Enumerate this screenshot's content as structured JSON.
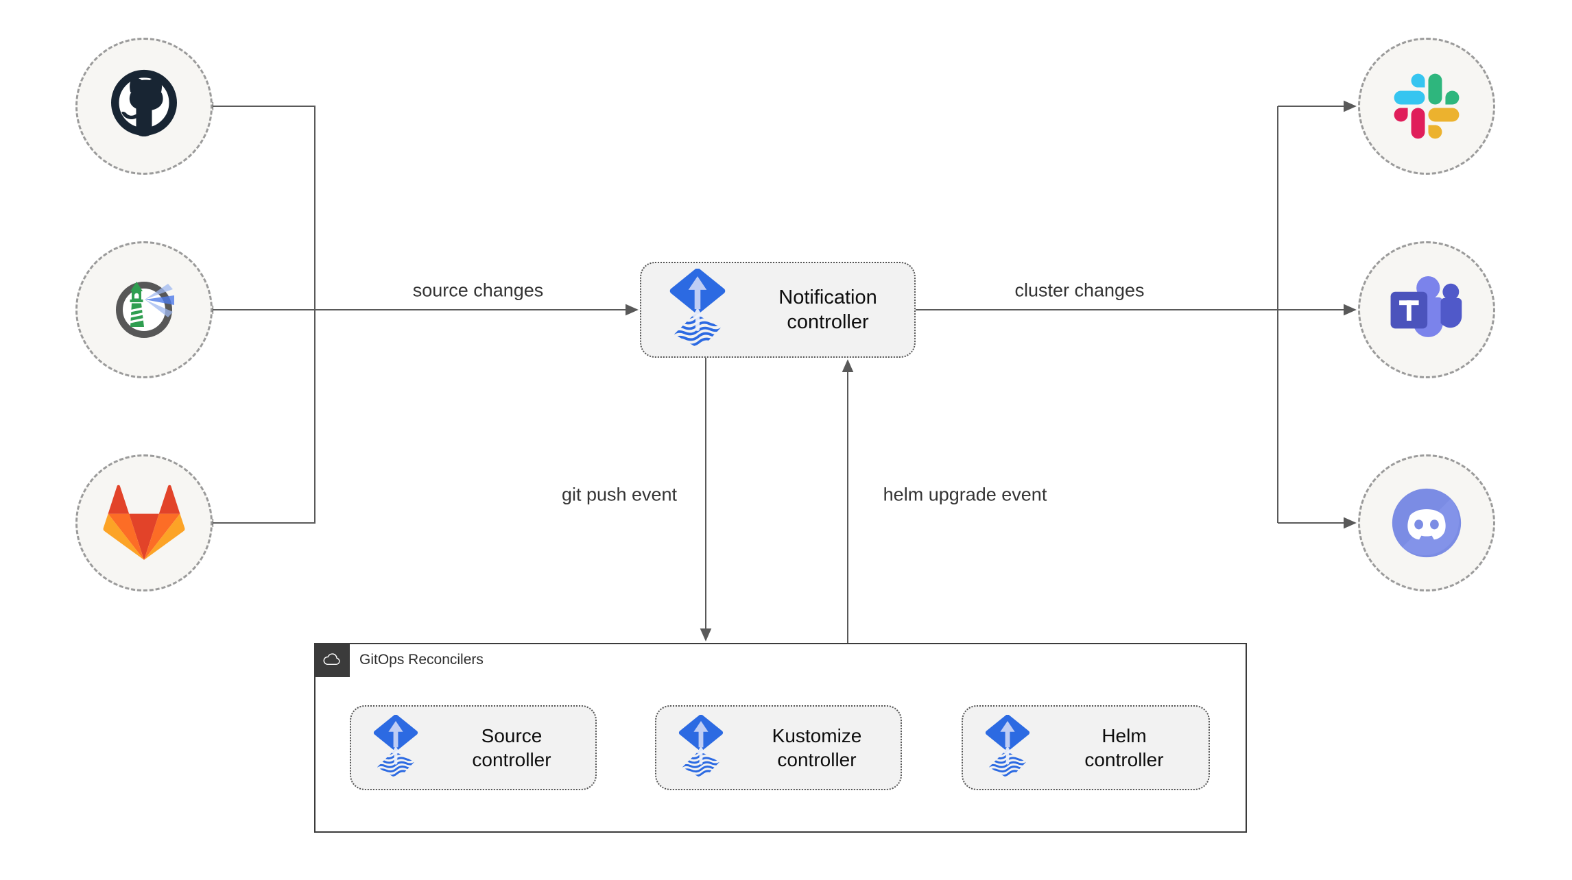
{
  "nodes": {
    "notification_controller": {
      "label": "Notification controller",
      "icon": "flux-icon"
    },
    "sources": [
      {
        "icon": "github-icon"
      },
      {
        "icon": "harbor-icon"
      },
      {
        "icon": "gitlab-icon"
      }
    ],
    "alert_targets": [
      {
        "icon": "slack-icon"
      },
      {
        "icon": "teams-icon"
      },
      {
        "icon": "discord-icon"
      }
    ]
  },
  "group": {
    "title": "GitOps Reconcilers",
    "icon": "cloud-icon",
    "controllers": [
      {
        "label": "Source controller",
        "icon": "flux-icon"
      },
      {
        "label": "Kustomize controller",
        "icon": "flux-icon"
      },
      {
        "label": "Helm controller",
        "icon": "flux-icon"
      }
    ]
  },
  "edges": {
    "source_changes": "source changes",
    "cluster_changes": "cluster changes",
    "git_push_event": "git push event",
    "helm_upgrade_event": "helm upgrade event"
  },
  "colors": {
    "line": "#595959",
    "flux_blue": "#2c6ae2",
    "flux_arrow": "#bfcdf4",
    "circle_fill": "#f7f6f3",
    "box_fill": "#f2f2f2",
    "group_border": "#3b3b3b",
    "github": "#182533",
    "harbor_green": "#2f9e50",
    "harbor_ring": "#575757",
    "slack": [
      "#36C5F0",
      "#2EB67D",
      "#ECB22E",
      "#E01E5A"
    ],
    "gitlab": [
      "#e24329",
      "#fc6d26",
      "#fca326"
    ],
    "teams": [
      "#4b53bc",
      "#7b83eb",
      "#5059c9"
    ],
    "discord": "#7b8ce4"
  }
}
